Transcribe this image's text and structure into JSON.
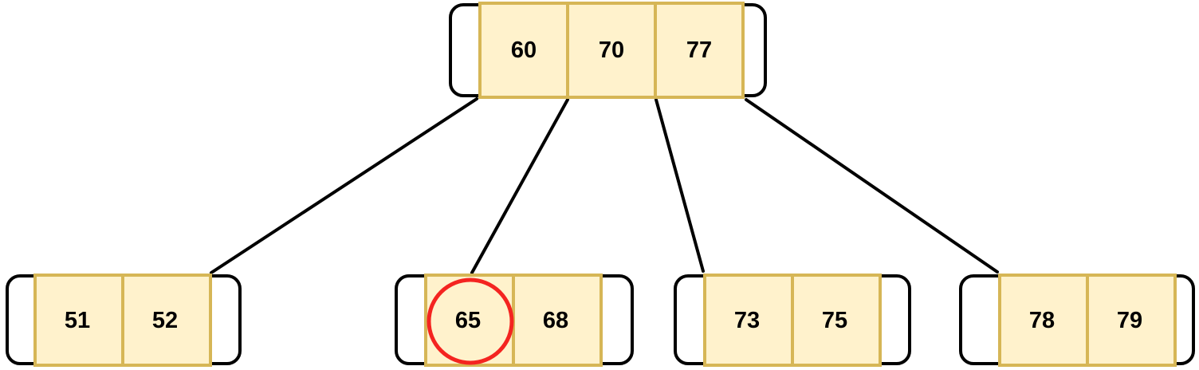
{
  "diagram": {
    "kind": "b-tree",
    "background": "#FFFFFF",
    "colors": {
      "background": "#FFFFFF",
      "cell-fill": "#FFF2CC",
      "cell-stroke": "#D6B656",
      "frame-fill": "#FFFFFF",
      "frame-stroke": "#000000",
      "edge-color": "#000000",
      "text-color": "#000000",
      "highlight-color": "#F42420"
    },
    "nodes": [
      {
        "id": "root",
        "level": 0,
        "keys": [
          "60",
          "70",
          "77"
        ]
      },
      {
        "id": "leaf-0",
        "level": 1,
        "keys": [
          "51",
          "52"
        ]
      },
      {
        "id": "leaf-1",
        "level": 1,
        "keys": [
          "65",
          "68"
        ]
      },
      {
        "id": "leaf-2",
        "level": 1,
        "keys": [
          "73",
          "75"
        ]
      },
      {
        "id": "leaf-3",
        "level": 1,
        "keys": [
          "78",
          "79"
        ]
      }
    ],
    "edges": [
      {
        "from": "root",
        "pointer_index": 0,
        "to": "leaf-0"
      },
      {
        "from": "root",
        "pointer_index": 1,
        "to": "leaf-1"
      },
      {
        "from": "root",
        "pointer_index": 2,
        "to": "leaf-2"
      },
      {
        "from": "root",
        "pointer_index": 3,
        "to": "leaf-3"
      }
    ],
    "highlight": {
      "node": "leaf-1",
      "key": "65",
      "marker": "red-circle"
    }
  }
}
